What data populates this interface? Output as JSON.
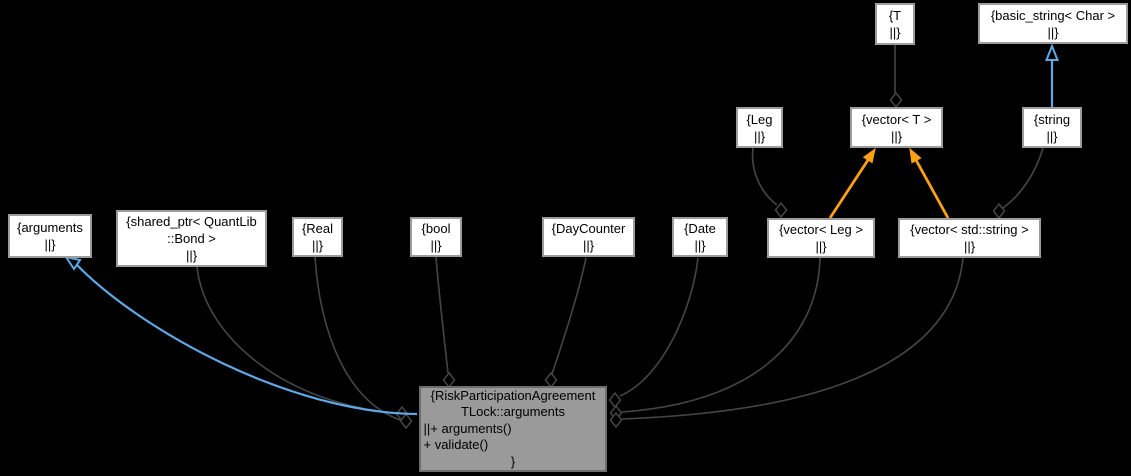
{
  "diagram_type": "collaboration-graph",
  "nodes": {
    "arguments": {
      "lines": [
        "{arguments",
        "||}"
      ]
    },
    "shared_ptr_bond": {
      "lines": [
        "{shared_ptr< QuantLib",
        "::Bond >",
        "||}"
      ]
    },
    "real": {
      "lines": [
        "{Real",
        "||}"
      ]
    },
    "bool": {
      "lines": [
        "{bool",
        "||}"
      ]
    },
    "day_counter": {
      "lines": [
        "{DayCounter",
        "||}"
      ]
    },
    "date": {
      "lines": [
        "{Date",
        "||}"
      ]
    },
    "vector_leg": {
      "lines": [
        "{vector< Leg >",
        "||}"
      ]
    },
    "vector_std_string": {
      "lines": [
        "{vector< std::string >",
        "||}"
      ]
    },
    "leg": {
      "lines": [
        "{Leg",
        "||}"
      ]
    },
    "vector_t": {
      "lines": [
        "{vector< T >",
        "||}"
      ]
    },
    "string": {
      "lines": [
        "{string",
        "||}"
      ]
    },
    "t": {
      "lines": [
        "{T",
        "||}"
      ]
    },
    "basic_string_char": {
      "lines": [
        "{basic_string< Char >",
        "||}"
      ]
    },
    "main": {
      "lines": [
        "{RiskParticipationAgreement",
        "TLock::arguments",
        "||+ arguments()",
        "+ validate()",
        "}"
      ]
    }
  },
  "edges": [
    {
      "from": "main",
      "to": "arguments",
      "type": "inheritance"
    },
    {
      "from": "shared_ptr_bond",
      "to": "main",
      "type": "aggregation"
    },
    {
      "from": "real",
      "to": "main",
      "type": "aggregation"
    },
    {
      "from": "bool",
      "to": "main",
      "type": "aggregation"
    },
    {
      "from": "day_counter",
      "to": "main",
      "type": "aggregation"
    },
    {
      "from": "date",
      "to": "main",
      "type": "aggregation"
    },
    {
      "from": "vector_leg",
      "to": "main",
      "type": "aggregation"
    },
    {
      "from": "vector_std_string",
      "to": "main",
      "type": "aggregation"
    },
    {
      "from": "leg",
      "to": "vector_leg",
      "type": "aggregation"
    },
    {
      "from": "string",
      "to": "vector_std_string",
      "type": "aggregation"
    },
    {
      "from": "t",
      "to": "vector_t",
      "type": "aggregation"
    },
    {
      "from": "vector_leg",
      "to": "vector_t",
      "type": "template-instantiation"
    },
    {
      "from": "vector_std_string",
      "to": "vector_t",
      "type": "template-instantiation"
    },
    {
      "from": "string",
      "to": "basic_string_char",
      "type": "inheritance"
    }
  ],
  "colors": {
    "background": "#000000",
    "node_fill": "#ffffff",
    "node_border": "#9c9c9c",
    "main_node_fill": "#9a9a9a",
    "main_node_border": "#6e6e6e",
    "node_text": "#000000",
    "aggregation_edge": "#454545",
    "inheritance_edge": "#5fa8e8",
    "template_edge": "#ffa015"
  }
}
